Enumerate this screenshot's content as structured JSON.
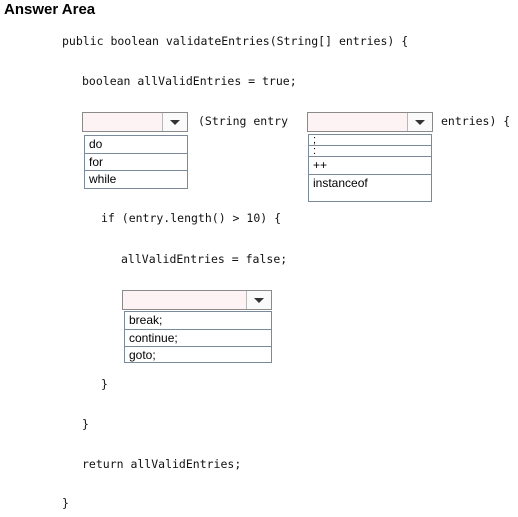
{
  "title": "Answer Area",
  "code": {
    "line1": "public boolean validateEntries(String[] entries) {",
    "line2": "boolean allValidEntries = true;",
    "line3a": "(String entry",
    "line3b": "entries) {",
    "line4": "if (entry.length() > 10) {",
    "line5": "allValidEntries = false;",
    "line6": "}",
    "line7": "}",
    "line8": "return allValidEntries;",
    "line9": "}"
  },
  "dropdown1": {
    "selected": "",
    "options": [
      "do",
      "for",
      "while"
    ]
  },
  "dropdown2": {
    "selected": "",
    "options": [
      ";",
      ":",
      "++",
      "instanceof"
    ]
  },
  "dropdown3": {
    "selected": "",
    "options": [
      "break;",
      "continue;",
      "goto;"
    ]
  }
}
